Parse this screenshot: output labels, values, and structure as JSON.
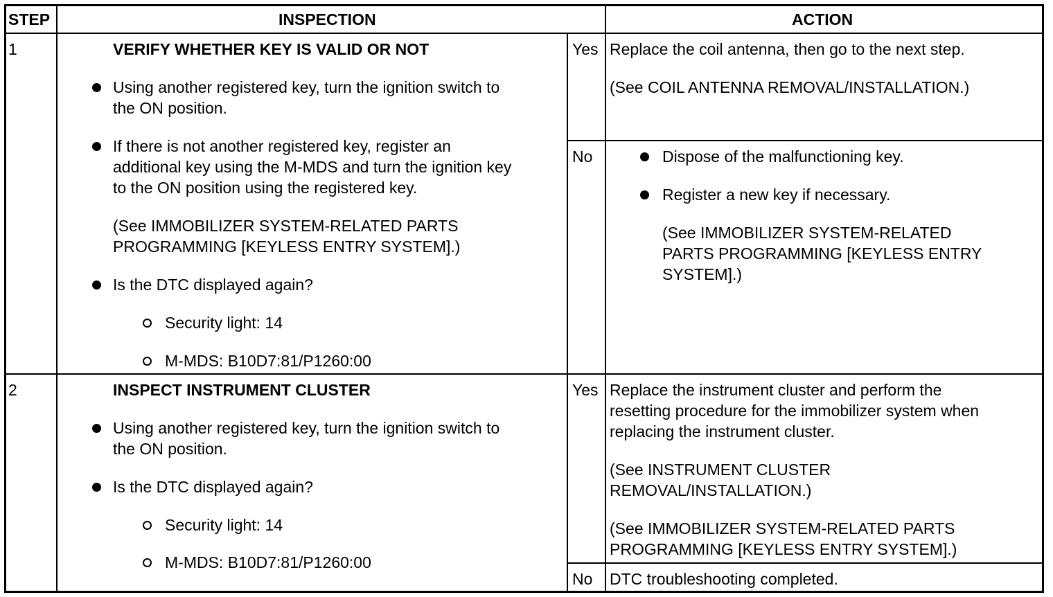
{
  "header": {
    "step": "STEP",
    "inspection": "INSPECTION",
    "action": "ACTION"
  },
  "rows": [
    {
      "step": "1",
      "title": "VERIFY WHETHER KEY IS VALID OR NOT",
      "inspection": [
        [
          "Using another registered key, turn the ignition switch to",
          "the ON position."
        ],
        [
          "If there is not another registered key, register an",
          "additional key using the M-MDS and turn the ignition key",
          "to the ON position using the registered key."
        ],
        [
          "(See IMMOBILIZER SYSTEM-RELATED PARTS",
          "PROGRAMMING [KEYLESS ENTRY SYSTEM].)"
        ],
        [
          "Is the DTC displayed again?"
        ],
        [
          "Security light: 14"
        ],
        [
          "M-MDS: B10D7:81/P1260:00"
        ]
      ],
      "yes_label": "Yes",
      "yes_action": [
        "Replace the coil antenna, then go to the next step.",
        "(See COIL ANTENNA REMOVAL/INSTALLATION.)"
      ],
      "no_label": "No",
      "no_action": [
        "Dispose of the malfunctioning key.",
        "Register a new key if necessary.",
        "(See IMMOBILIZER SYSTEM-RELATED",
        "PARTS PROGRAMMING [KEYLESS ENTRY",
        "SYSTEM].)"
      ]
    },
    {
      "step": "2",
      "title": "INSPECT INSTRUMENT CLUSTER",
      "inspection": [
        [
          "Using another registered key, turn the ignition switch to",
          "the ON position."
        ],
        [
          "Is the DTC displayed again?"
        ],
        [
          "Security light: 14"
        ],
        [
          "M-MDS: B10D7:81/P1260:00"
        ]
      ],
      "yes_label": "Yes",
      "yes_action": [
        "Replace the instrument cluster and perform the",
        "resetting procedure for the immobilizer system when",
        "replacing the instrument cluster.",
        "(See INSTRUMENT CLUSTER",
        "REMOVAL/INSTALLATION.)",
        "(See IMMOBILIZER SYSTEM-RELATED PARTS",
        "PROGRAMMING [KEYLESS ENTRY SYSTEM].)"
      ],
      "no_label": "No",
      "no_action": [
        "DTC troubleshooting completed."
      ]
    }
  ]
}
